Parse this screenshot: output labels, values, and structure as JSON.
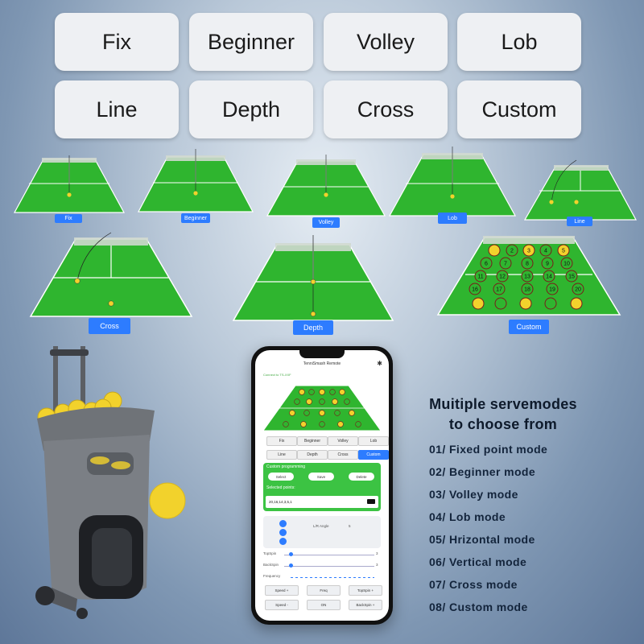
{
  "mode_buttons": [
    "Fix",
    "Beginner",
    "Volley",
    "Lob",
    "Line",
    "Depth",
    "Cross",
    "Custom"
  ],
  "court_labels": [
    "Fix",
    "Beginner",
    "Volley",
    "Lob",
    "Line",
    "Cross",
    "Depth",
    "Custom"
  ],
  "custom_grid_numbers": [
    "2",
    "3",
    "4",
    "5",
    "6",
    "7",
    "8",
    "9",
    "10",
    "11",
    "12",
    "13",
    "14",
    "15",
    "16",
    "17",
    "18",
    "19",
    "20"
  ],
  "phone": {
    "app_title": "TenniSmash Remote",
    "connection_status": "Connect to TS-XXF",
    "mode_buttons": [
      "Fix",
      "Beginner",
      "Volley",
      "Lob",
      "Line",
      "Depth",
      "Cross",
      "Custom"
    ],
    "active_mode": "Custom",
    "custom_programming_label": "Custom programming",
    "select_label": "Select",
    "save_label": "Save",
    "delete_label": "Delete",
    "selected_points_label": "Selected points:",
    "selected_points_value": "20,16,14,3,5,1",
    "lr_angle_label": "L/R Angle",
    "lr_angle_value": "5",
    "topspin_label": "TopSpin",
    "topspin_value": "3",
    "backspin_label": "BackSpin",
    "backspin_value": "3",
    "frequency_label": "Frequency",
    "speed_plus": "Speed +",
    "freq": "Freq",
    "topspin_plus": "TopSpin +",
    "speed_minus": "Speed -",
    "on": "ON",
    "backspin_plus": "BackSpin +"
  },
  "headline_line1": "Muitiple servemodes",
  "headline_line2": "to choose from",
  "mode_list": [
    "01/ Fixed point mode",
    "02/ Beginner mode",
    "03/ Volley mode",
    "04/ Lob mode",
    "05/ Hrizontal mode",
    "06/ Vertical mode",
    "07/ Cross mode",
    "08/ Custom mode"
  ],
  "colors": {
    "court_green": "#2fb52f",
    "court_light": "#45d145",
    "accent_blue": "#2d7cff",
    "ball_yellow": "#f2d22c"
  }
}
